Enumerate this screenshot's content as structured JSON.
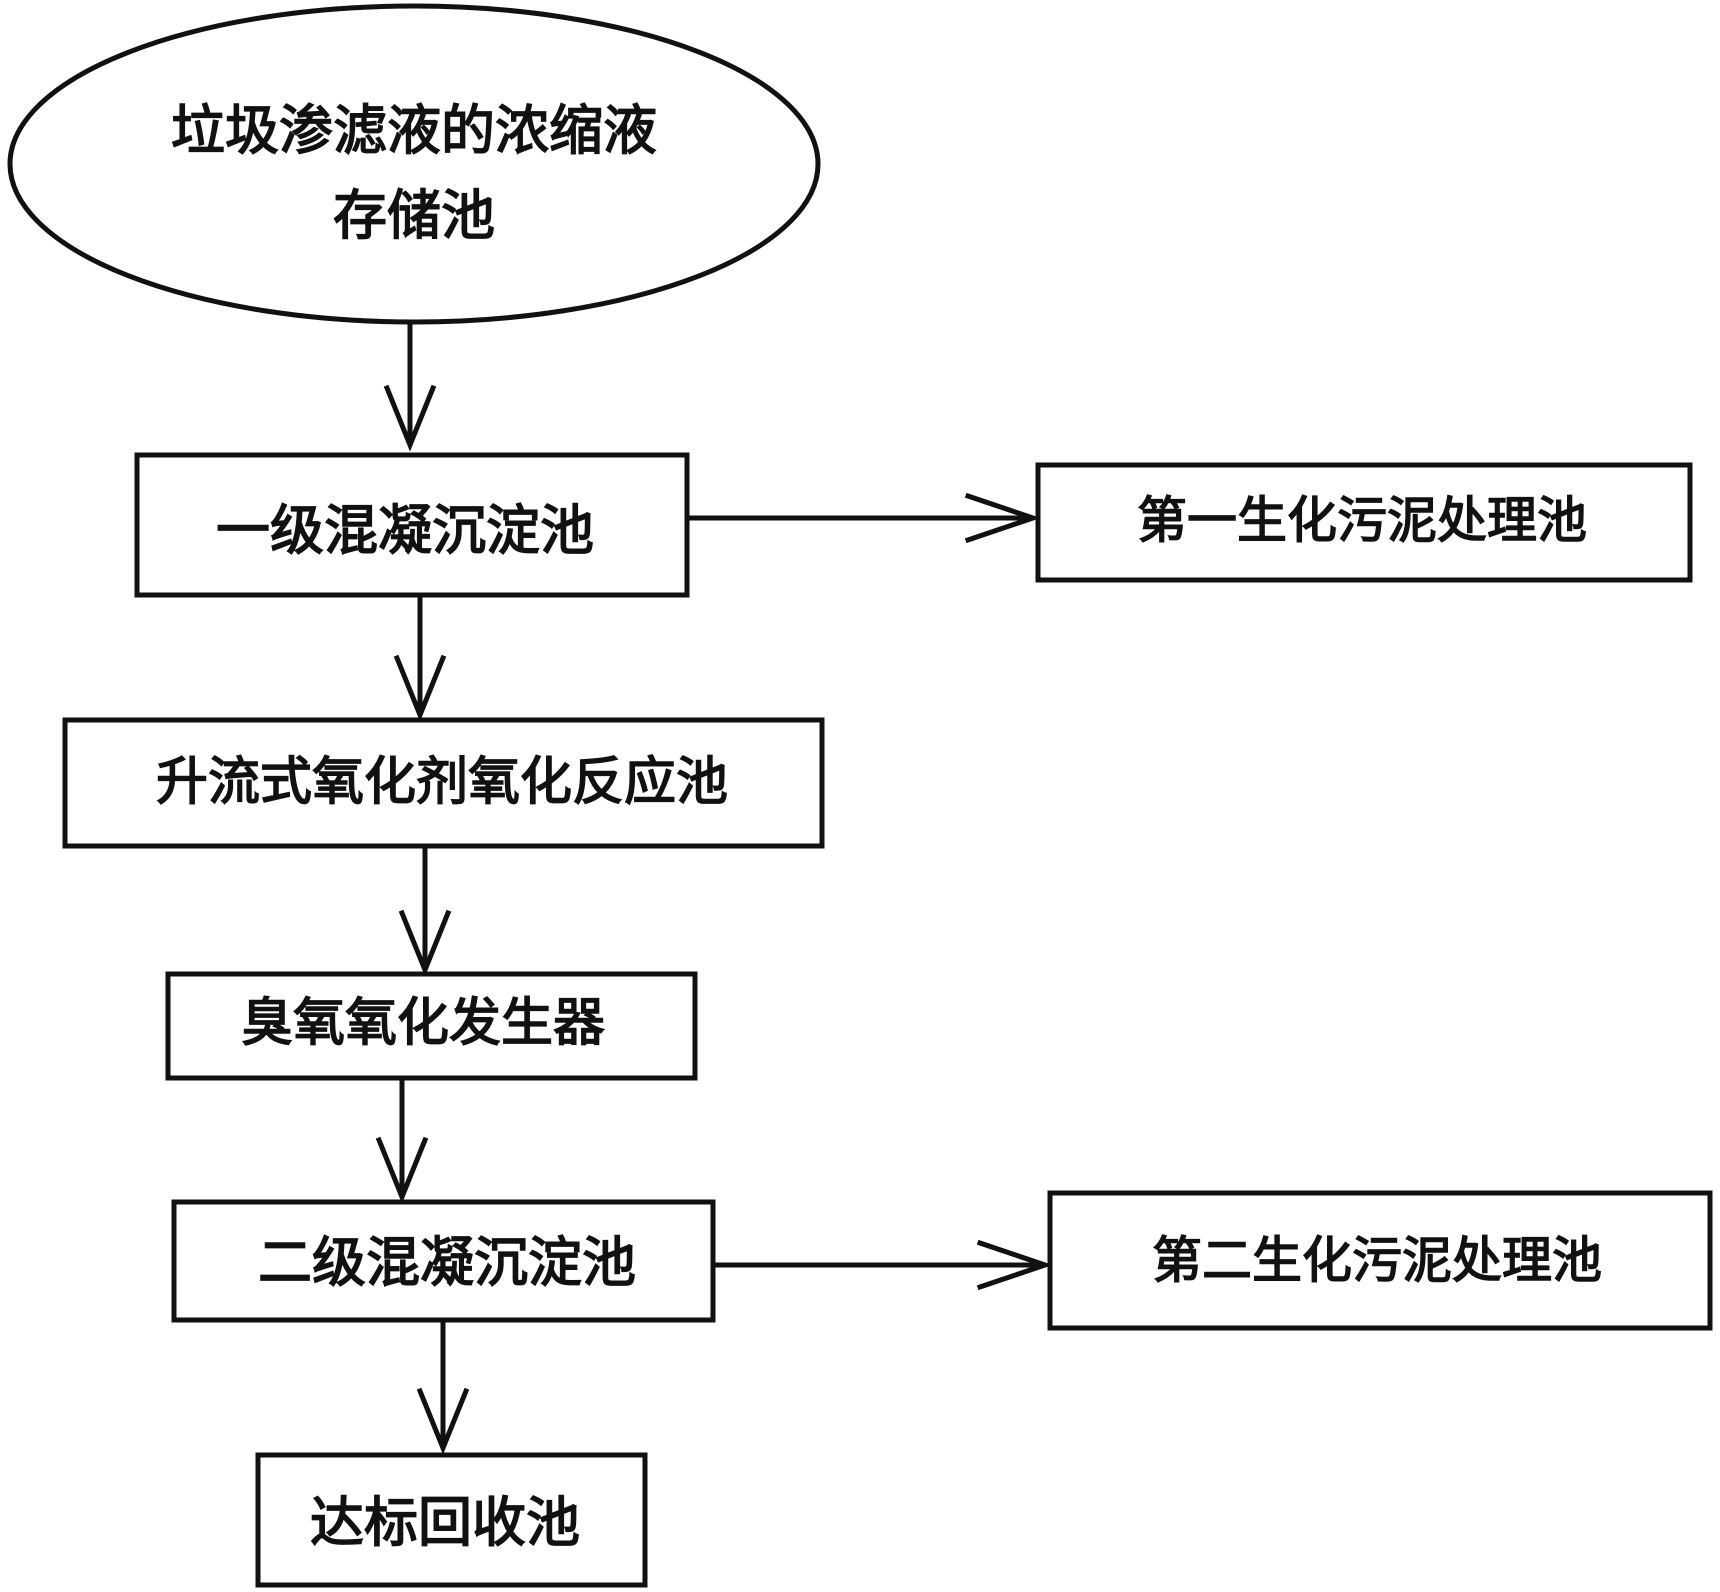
{
  "diagram": {
    "nodes": {
      "storage": {
        "shape": "ellipse",
        "lines": [
          "垃圾渗滤液的浓缩液",
          "存储池"
        ]
      },
      "coag1": {
        "shape": "rect",
        "label": "一级混凝沉淀池"
      },
      "sludge1": {
        "shape": "rect",
        "label": "第一生化污泥处理池"
      },
      "oxidation": {
        "shape": "rect",
        "label": "升流式氧化剂氧化反应池"
      },
      "ozone": {
        "shape": "rect",
        "label": "臭氧氧化发生器"
      },
      "coag2": {
        "shape": "rect",
        "label": "二级混凝沉淀池"
      },
      "sludge2": {
        "shape": "rect",
        "label": "第二生化污泥处理池"
      },
      "recovery": {
        "shape": "rect",
        "label": "达标回收池"
      }
    },
    "edges": [
      {
        "from": "storage",
        "to": "coag1"
      },
      {
        "from": "coag1",
        "to": "sludge1"
      },
      {
        "from": "coag1",
        "to": "oxidation"
      },
      {
        "from": "oxidation",
        "to": "ozone"
      },
      {
        "from": "ozone",
        "to": "coag2"
      },
      {
        "from": "coag2",
        "to": "sludge2"
      },
      {
        "from": "coag2",
        "to": "recovery"
      }
    ],
    "colors": {
      "stroke": "#111111",
      "background": "#ffffff"
    }
  }
}
